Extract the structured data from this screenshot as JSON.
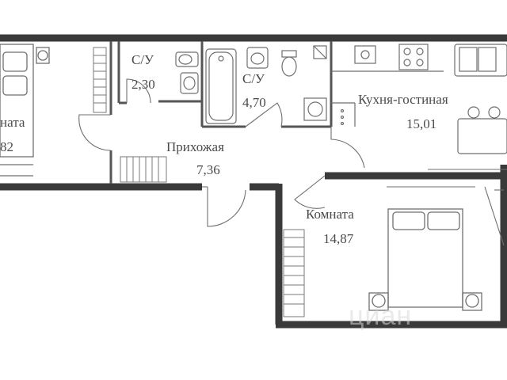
{
  "rooms": [
    {
      "id": "room-left",
      "name": "ната",
      "area": "82"
    },
    {
      "id": "bathroom-1",
      "name": "С/У",
      "area": "2,30"
    },
    {
      "id": "bathroom-2",
      "name": "С/У",
      "area": "4,70"
    },
    {
      "id": "kitchen",
      "name": "Кухня-гостиная",
      "area": "15,01"
    },
    {
      "id": "hallway",
      "name": "Прихожая",
      "area": "7,36"
    },
    {
      "id": "bedroom",
      "name": "Комната",
      "area": "14,87"
    }
  ],
  "watermark": "циан",
  "colors": {
    "wall": "#3a3a3a",
    "line": "#5a5a5a",
    "fixture": "#6f6f6f",
    "text": "#4b4b4b"
  },
  "icons": [
    "bed-icon",
    "toilet-icon",
    "sink-icon",
    "bathtub-icon",
    "stove-icon",
    "washing-machine-icon",
    "sofa-icon",
    "dining-table-icon",
    "wardrobe-icon"
  ]
}
